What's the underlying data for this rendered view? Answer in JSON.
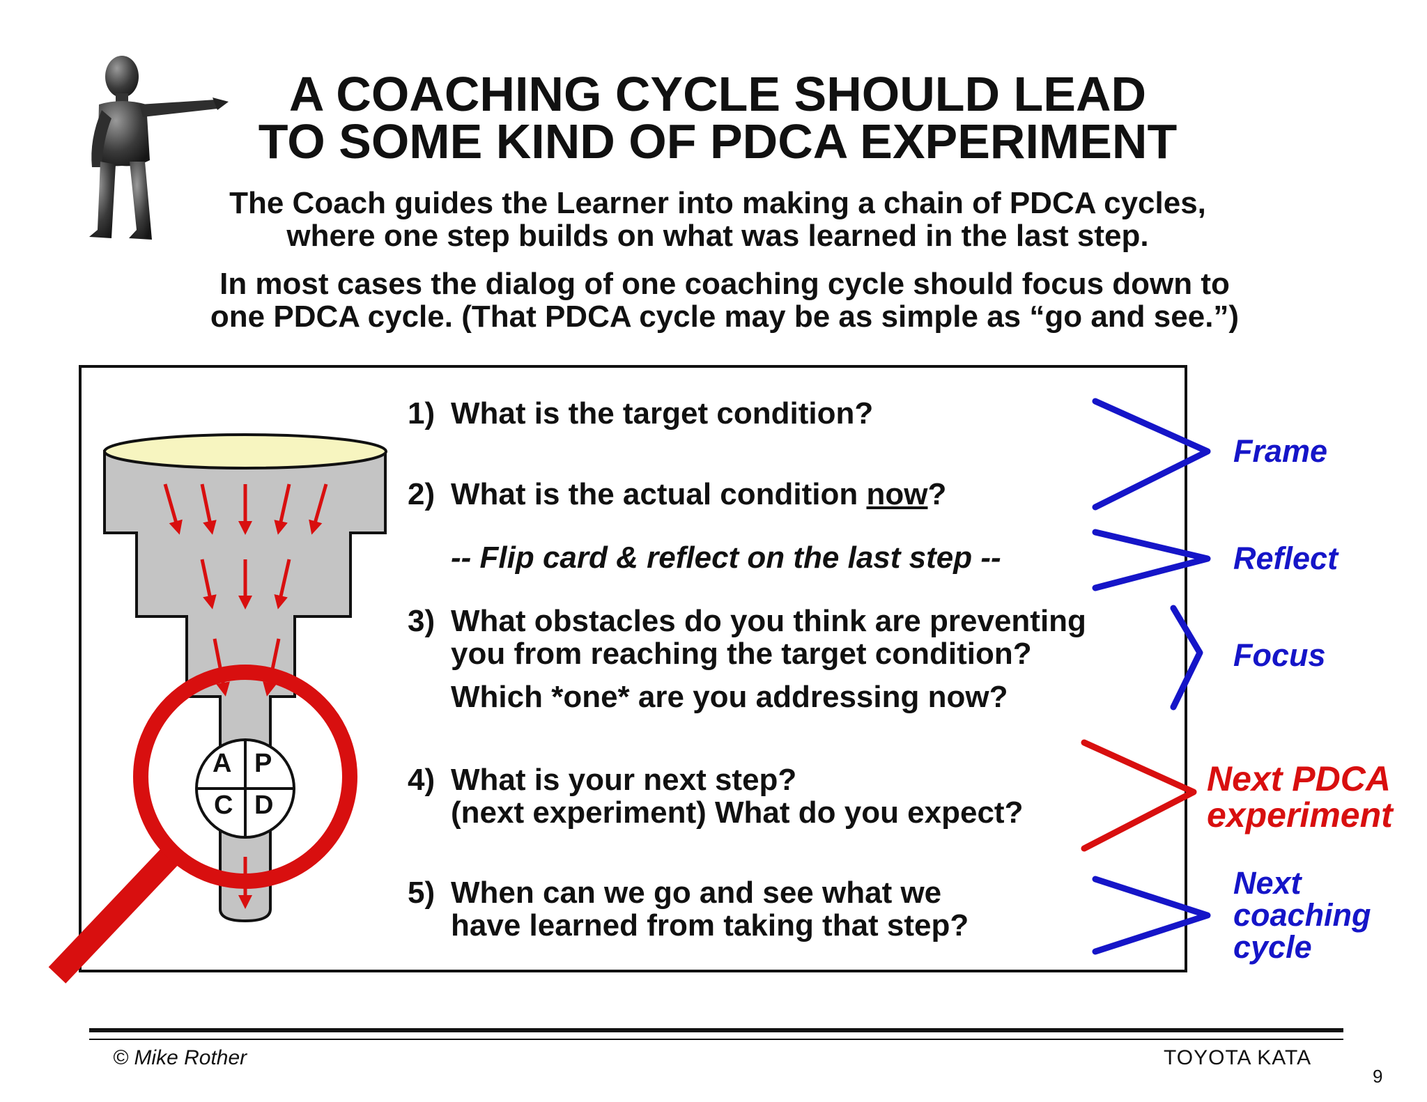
{
  "slide": {
    "title_line1": "A COACHING CYCLE SHOULD LEAD",
    "title_line2": "TO SOME KIND OF PDCA EXPERIMENT",
    "subtitle1_line1": "The Coach guides the Learner into making a chain of PDCA cycles,",
    "subtitle1_line2": "where one step builds on what was learned in the last step.",
    "subtitle2_line1": "In most cases the dialog of one coaching cycle should focus down to",
    "subtitle2_line2": "one PDCA cycle.  (That PDCA cycle may be as simple as “go and see.”)"
  },
  "questions": {
    "q1": {
      "num": "1)",
      "text": "What is the target condition?"
    },
    "q2": {
      "num": "2)",
      "text_before": "What is the actual condition ",
      "text_underline": "now",
      "text_after": "?"
    },
    "flip": "-- Flip card & reflect on the last step --",
    "q3": {
      "num": "3)",
      "line1": "What obstacles do you think are preventing",
      "line2": "you from reaching the target condition?",
      "line3": "Which *one* are you addressing now?"
    },
    "q4": {
      "num": "4)",
      "line1": "What is your next step?",
      "line2": "(next experiment)   What do you expect?"
    },
    "q5": {
      "num": "5)",
      "line1": "When can we go and see what we",
      "line2": "have learned from taking that step?"
    }
  },
  "labels": {
    "frame": "Frame",
    "reflect": "Reflect",
    "focus": "Focus",
    "next_pdca_line1": "Next PDCA",
    "next_pdca_line2": "experiment",
    "next_coaching_line1": "Next",
    "next_coaching_line2": "coaching",
    "next_coaching_line3": "cycle"
  },
  "pdca": {
    "a": "A",
    "p": "P",
    "c": "C",
    "d": "D"
  },
  "footer": {
    "copyright": "© Mike Rother",
    "brand": "TOYOTA KATA",
    "page_number": "9"
  },
  "colors": {
    "blue": "#1515c8",
    "red": "#d80f0f",
    "funnel_fill": "#c4c4c4",
    "funnel_top": "#f7f5c0"
  },
  "icons": {
    "figure": "pointing-figure-icon",
    "magnifier": "magnifying-glass-icon"
  }
}
